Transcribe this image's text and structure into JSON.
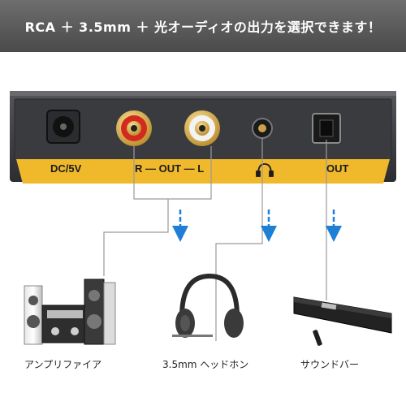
{
  "banner": {
    "text": "RCA ＋ 3.5mm ＋ 光オーディオの出力を選択できます！"
  },
  "panel": {
    "labels": {
      "dc": "DC/5V",
      "rca": "R ― OUT ― L",
      "headphone_symbol": "headphone-icon",
      "optical": "OUT"
    },
    "label_strip_color": "#f0b82b",
    "body_color": "#3a3b3f"
  },
  "devices": [
    {
      "label": "アンプリファイア",
      "icon": "amplifier-speakers-icon"
    },
    {
      "label": "3.5mm ヘッドホン",
      "icon": "headphones-icon"
    },
    {
      "label": "サウンドバー",
      "icon": "soundbar-icon"
    }
  ],
  "colors": {
    "arrow": "#1e7fd6",
    "wire": "#9a9a9a",
    "rca_red": "#d42a1e",
    "rca_white": "#f3f3f3",
    "gold": "#d6a640"
  }
}
